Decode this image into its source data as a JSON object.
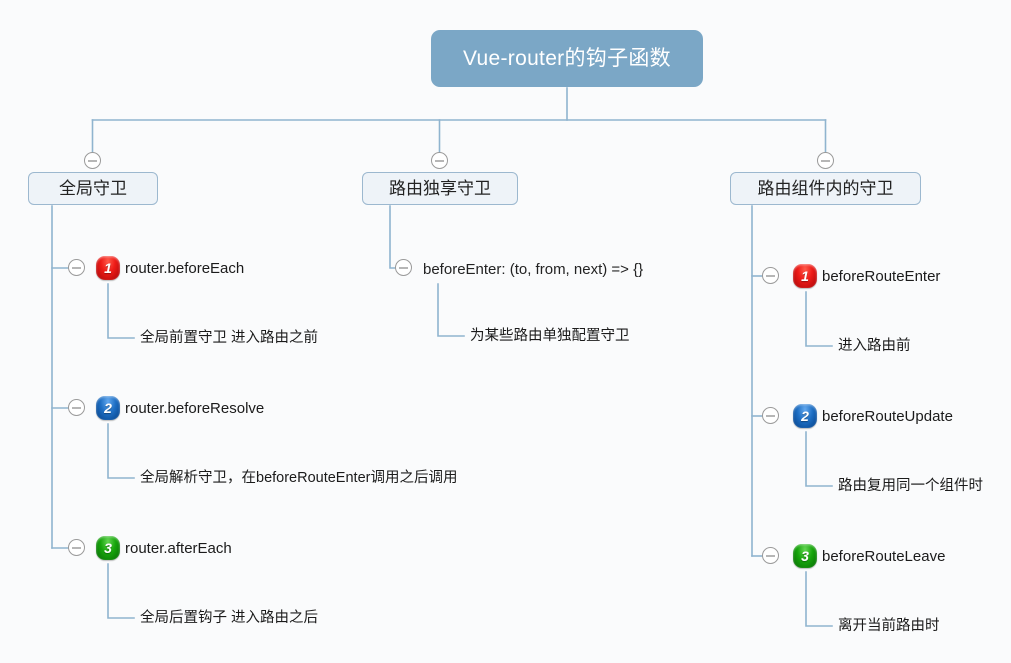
{
  "diagram": {
    "type": "mind-map",
    "title": "Vue-router的钩子函数",
    "background_color": "#fafbfc",
    "root_color": "#7ba7c6",
    "branch_color": "#9cb8cf",
    "line_color": "#8fb4cf",
    "badge_colors": {
      "one": "#ee1c18",
      "two": "#1e6fc4",
      "three": "#17a50c"
    }
  },
  "root": {
    "label": "Vue-router的钩子函数"
  },
  "branches": [
    {
      "id": "global-guards",
      "label": "全局守卫",
      "children": [
        {
          "badge": "1",
          "badge_color": "red",
          "label": "router.beforeEach",
          "detail": "全局前置守卫 进入路由之前"
        },
        {
          "badge": "2",
          "badge_color": "blue",
          "label": "router.beforeResolve",
          "detail": "全局解析守卫，在beforeRouteEnter调用之后调用"
        },
        {
          "badge": "3",
          "badge_color": "green",
          "label": "router.afterEach",
          "detail": "全局后置钩子 进入路由之后"
        }
      ]
    },
    {
      "id": "route-exclusive-guard",
      "label": "路由独享守卫",
      "children": [
        {
          "badge": "",
          "badge_color": "none",
          "label": "beforeEnter: (to, from, next) => {}",
          "detail": "为某些路由单独配置守卫"
        }
      ]
    },
    {
      "id": "in-component-guards",
      "label": "路由组件内的守卫",
      "children": [
        {
          "badge": "1",
          "badge_color": "red",
          "label": "beforeRouteEnter",
          "detail": "进入路由前"
        },
        {
          "badge": "2",
          "badge_color": "blue",
          "label": "beforeRouteUpdate",
          "detail": "路由复用同一个组件时"
        },
        {
          "badge": "3",
          "badge_color": "green",
          "label": "beforeRouteLeave",
          "detail": "离开当前路由时"
        }
      ]
    }
  ],
  "toggles": {
    "icon": "minus-circle-icon",
    "state": "expanded"
  }
}
